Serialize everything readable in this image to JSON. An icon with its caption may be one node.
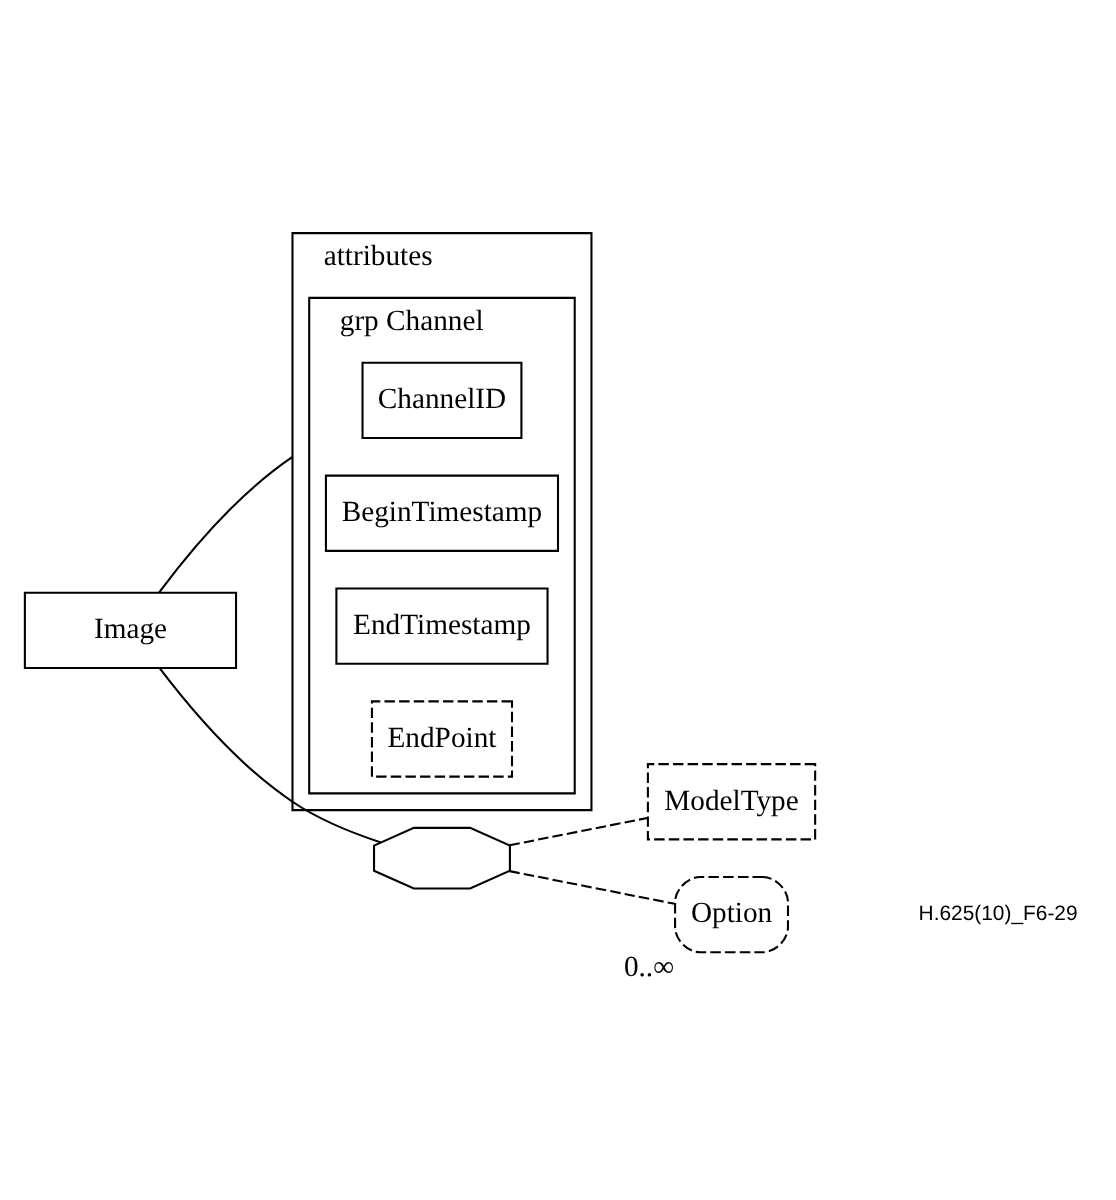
{
  "diagram": {
    "nodes": [
      {
        "text": [
          "Image"
        ]
      },
      {
        "text": [
          "attributes"
        ]
      },
      {
        "text": [
          "grp Channel"
        ],
        "in": 1
      },
      {
        "text": [
          "ChannelID"
        ],
        "in": 2
      },
      {
        "text": [
          "BeginTimestamp"
        ],
        "in": 2
      },
      {
        "text": [
          "EndTimestamp"
        ],
        "in": 2
      },
      {
        "text": [
          "EndPoint"
        ],
        "in": 2
      },
      {
        "text": [],
        "shape": "octagon"
      },
      {
        "text": [
          "ModelType"
        ]
      },
      {
        "text": [
          "Option"
        ],
        "beside": [
          "0..∞"
        ]
      }
    ],
    "edges": [
      {
        "from": 0,
        "to": 1,
        "arrow": "none"
      },
      {
        "from": 0,
        "to": 7,
        "arrow": "none"
      },
      {
        "from": 7,
        "to": 8,
        "arrow": "none",
        "style": "dashed"
      },
      {
        "from": 7,
        "to": 9,
        "arrow": "none",
        "style": "dashed"
      }
    ],
    "labels": [
      "H.625(10)_F6-29"
    ]
  }
}
